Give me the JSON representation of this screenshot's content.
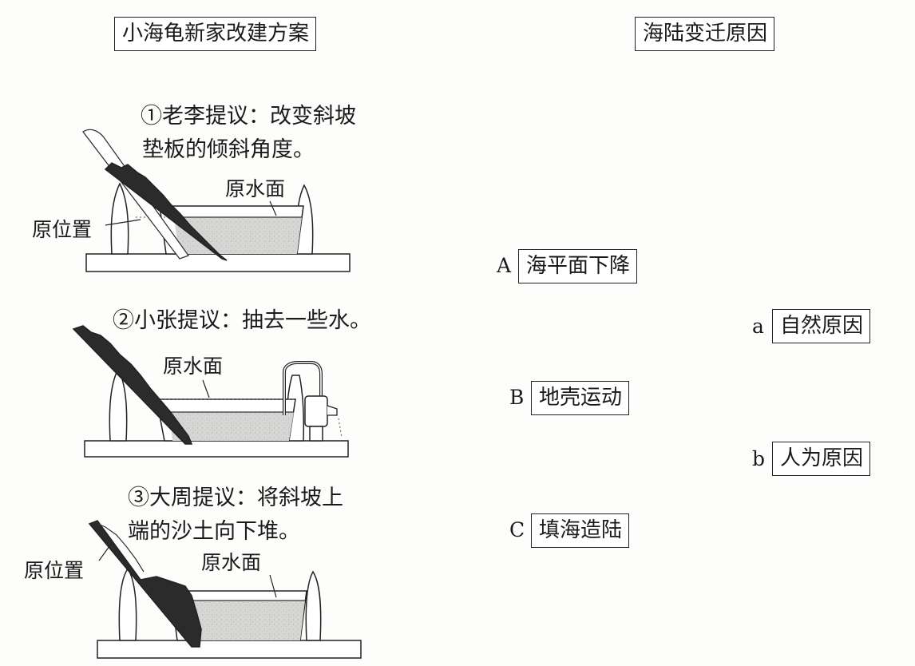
{
  "left_title": "小海龟新家改建方案",
  "right_title": "海陆变迁原因",
  "proposals": [
    {
      "line1": "①老李提议：改变斜坡",
      "line2": "垫板的倾斜角度。",
      "water_label": "原水面",
      "pos_label": "原位置"
    },
    {
      "line1": "②小张提议：抽去一些水。",
      "water_label": "原水面"
    },
    {
      "line1": "③大周提议：将斜坡上",
      "line2": "端的沙土向下堆。",
      "water_label": "原水面",
      "pos_label": "原位置"
    }
  ],
  "changes": [
    {
      "letter": "A",
      "label": "海平面下降"
    },
    {
      "letter": "B",
      "label": "地壳运动"
    },
    {
      "letter": "C",
      "label": "填海造陆"
    }
  ],
  "causes": [
    {
      "letter": "a",
      "label": "自然原因"
    },
    {
      "letter": "b",
      "label": "人为原因"
    }
  ]
}
